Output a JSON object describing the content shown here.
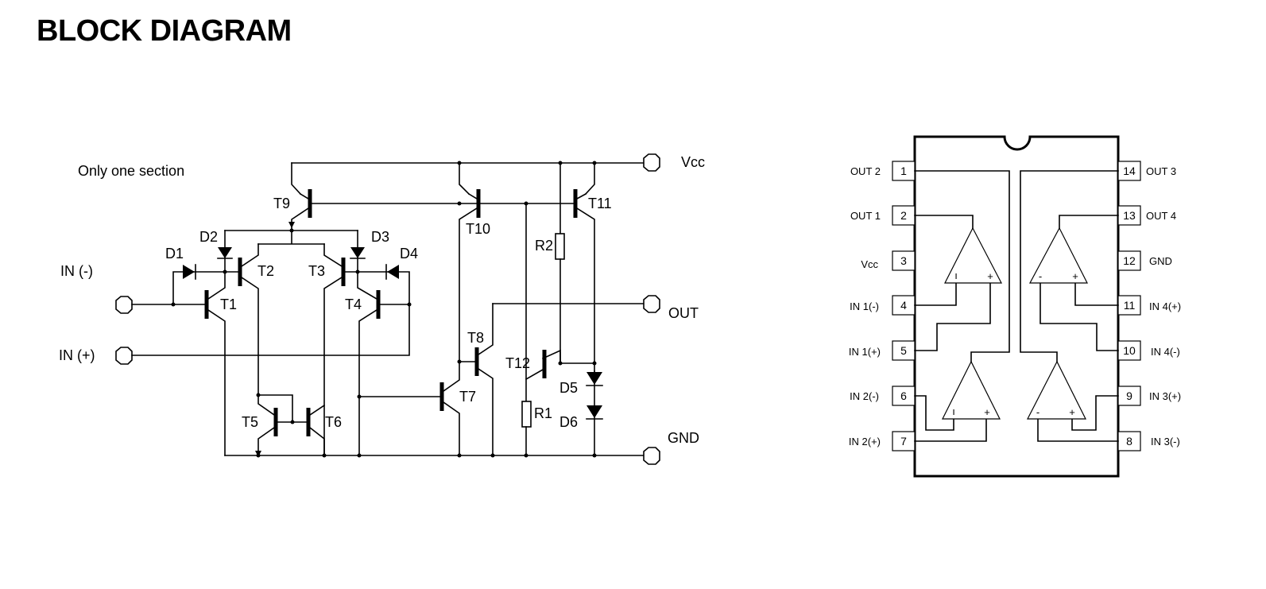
{
  "title": "BLOCK DIAGRAM",
  "schematic": {
    "note": "Only one section",
    "terminals": {
      "vcc": "Vcc",
      "out": "OUT",
      "gnd": "GND",
      "in_neg": "IN  (-)",
      "in_pos": "IN  (+)"
    },
    "transistors": [
      "T1",
      "T2",
      "T3",
      "T4",
      "T5",
      "T6",
      "T7",
      "T8",
      "T9",
      "T10",
      "T11",
      "T12"
    ],
    "diodes": [
      "D1",
      "D2",
      "D3",
      "D4",
      "D5",
      "D6"
    ],
    "resistors": [
      "R1",
      "R2"
    ]
  },
  "package": {
    "pins_left": [
      {
        "num": "1",
        "label": "OUT 2"
      },
      {
        "num": "2",
        "label": "OUT 1"
      },
      {
        "num": "3",
        "label": "Vcc"
      },
      {
        "num": "4",
        "label": "IN 1(-)"
      },
      {
        "num": "5",
        "label": "IN 1(+)"
      },
      {
        "num": "6",
        "label": "IN 2(-)"
      },
      {
        "num": "7",
        "label": "IN 2(+)"
      }
    ],
    "pins_right": [
      {
        "num": "14",
        "label": "OUT 3"
      },
      {
        "num": "13",
        "label": "OUT 4"
      },
      {
        "num": "12",
        "label": "GND"
      },
      {
        "num": "11",
        "label": "IN 4(+)"
      },
      {
        "num": "10",
        "label": "IN 4(-)"
      },
      {
        "num": "9",
        "label": "IN 3(+)"
      },
      {
        "num": "8",
        "label": "IN 3(-)"
      }
    ],
    "opamp_signs": {
      "minus": "-",
      "plus": "+",
      "bar": "ı"
    }
  }
}
